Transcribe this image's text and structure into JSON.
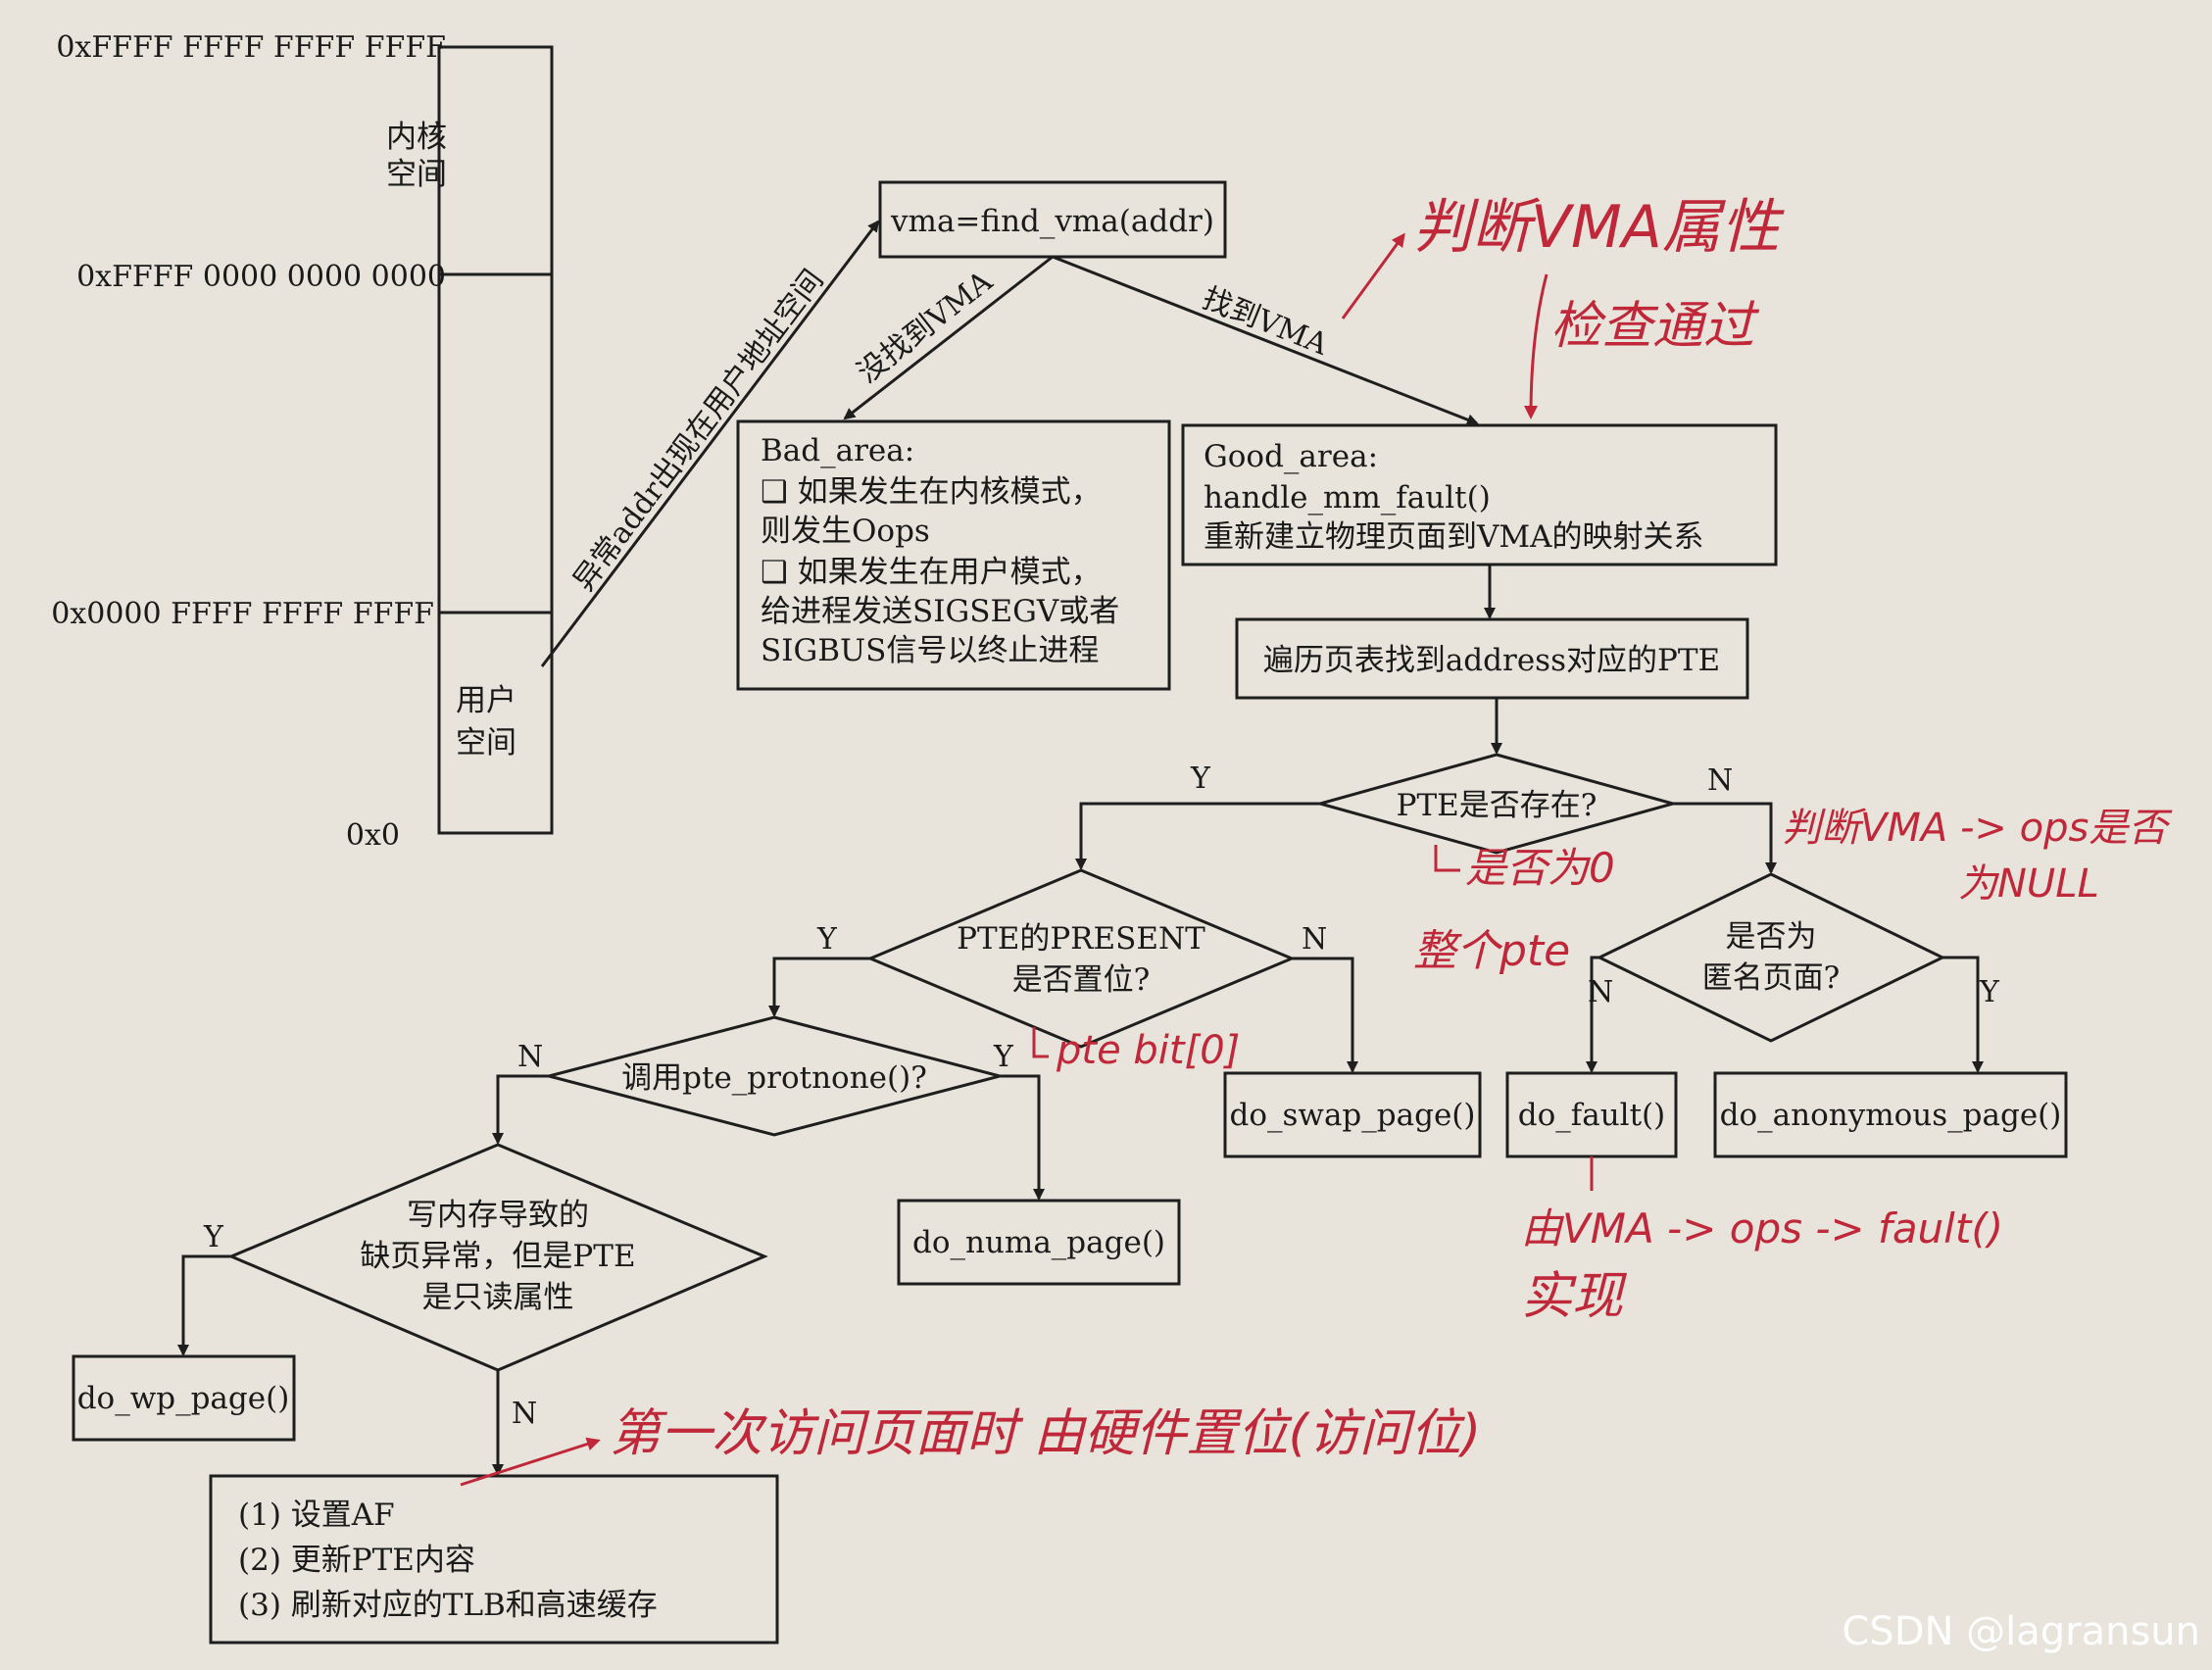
{
  "memory_map": {
    "top_address": "0xFFFF FFFF FFFF FFFF",
    "kernel_label": [
      "内核",
      "空间"
    ],
    "kernel_base_address": "0xFFFF 0000 0000 0000",
    "user_top_address": "0x0000 FFFF FFFF FFFF",
    "user_label": [
      "用户",
      "空间"
    ],
    "bottom_address": "0x0"
  },
  "nodes": {
    "find_vma": "vma=find_vma(addr)",
    "bad_area": [
      "Bad_area:",
      "❑ 如果发生在内核模式，",
      "则发生Oops",
      "❑ 如果发生在用户模式，",
      "给进程发送SIGSEGV或者",
      "SIGBUS信号以终止进程"
    ],
    "good_area": [
      "Good_area:",
      "handle_mm_fault()",
      "重新建立物理页面到VMA的映射关系"
    ],
    "walk_pte": "遍历页表找到address对应的PTE",
    "pte_exists": "PTE是否存在?",
    "pte_present": [
      "PTE的PRESENT",
      "是否置位?"
    ],
    "is_anonymous": [
      "是否为",
      "匿名页面?"
    ],
    "pte_protnone": "调用pte_protnone()?",
    "write_fault": [
      "写内存导致的",
      "缺页异常，但是PTE",
      "是只读属性"
    ],
    "do_swap_page": "do_swap_page()",
    "do_fault": "do_fault()",
    "do_anonymous_page": "do_anonymous_page()",
    "do_numa_page": "do_numa_page()",
    "do_wp_page": "do_wp_page()",
    "final_steps": [
      "(1) 设置AF",
      "(2) 更新PTE内容",
      "(3) 刷新对应的TLB和高速缓存"
    ]
  },
  "edge_labels": {
    "exception_addr": "异常addr出现在用户地址空间",
    "not_found": "没找到VMA",
    "found": "找到VMA",
    "yes": "Y",
    "no": "N"
  },
  "annotations": {
    "judge_vma": "判断VMA属性",
    "check_pass": "检查通过",
    "is_zero": "是否为0",
    "whole_pte": "整个pte",
    "judge_ops": "判断VMA -> ops是否",
    "is_null": "为NULL",
    "pte_bit": "pte bit[0]",
    "vma_ops_fault": "由VMA -> ops -> fault()",
    "implement": "实现",
    "hw_set": "第一次访问页面时 由硬件置位(访问位)"
  },
  "colors": {
    "ink": "#1e1e1e",
    "annotation_red": "#c0283a",
    "paper": "#e8e4dc"
  },
  "watermark": "CSDN @lagransun"
}
